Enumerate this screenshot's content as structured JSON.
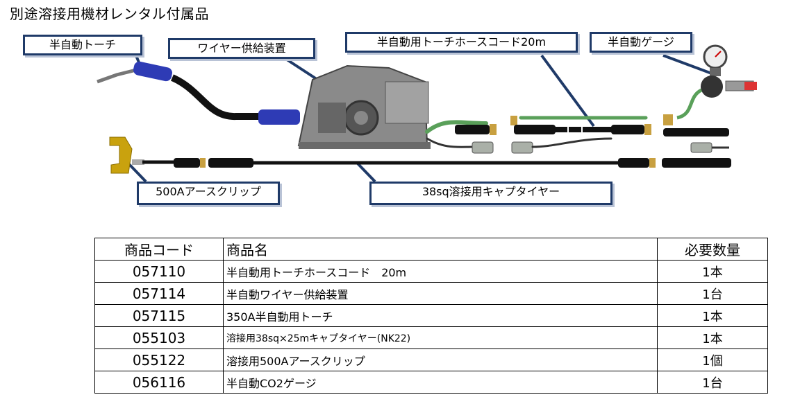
{
  "title": "別途溶接用機材レンタル付属品",
  "callouts": {
    "torch": "半自動トーチ",
    "feeder": "ワイヤー供給装置",
    "hose": "半自動用トーチホースコード20m",
    "gauge": "半自動ゲージ",
    "clip": "500Aアースクリップ",
    "cable": "38sq溶接用キャプタイヤー"
  },
  "table": {
    "headers": {
      "code": "商品コード",
      "name": "商品名",
      "qty": "必要数量"
    },
    "rows": [
      {
        "code": "057110",
        "name": "半自動用トーチホースコード　20m",
        "qty": "1本"
      },
      {
        "code": "057114",
        "name": "半自動ワイヤー供給装置",
        "qty": "1台"
      },
      {
        "code": "057115",
        "name": "350A半自動用トーチ",
        "qty": "1本"
      },
      {
        "code": "055103",
        "name": "溶接用38sq×25mキャプタイヤー(NK22)",
        "qty": "1本"
      },
      {
        "code": "055122",
        "name": "溶接用500Aアースクリップ",
        "qty": "1個"
      },
      {
        "code": "056116",
        "name": "半自動CO2ゲージ",
        "qty": "1台"
      }
    ]
  },
  "colors": {
    "callout_border": "#1f3a68",
    "hose_green": "#5aa05a",
    "torch_blue": "#2e3bb5"
  }
}
